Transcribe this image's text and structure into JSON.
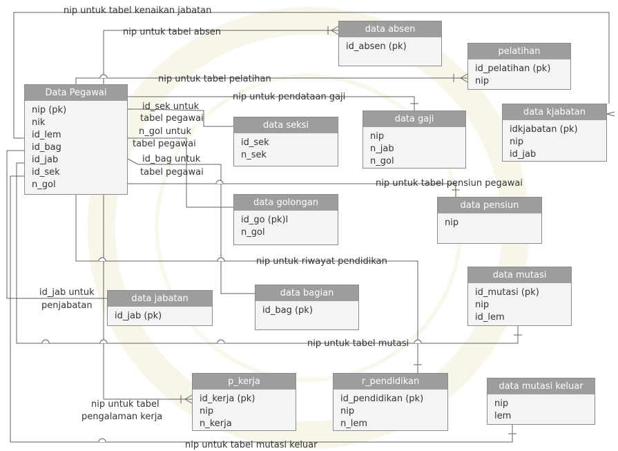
{
  "entities": {
    "pegawai": {
      "title": "Data Pegawai",
      "attrs": [
        "nip (pk)",
        "nik",
        "id_lem",
        "id_bag",
        "id_jab",
        "id_sek",
        "n_gol"
      ]
    },
    "absen": {
      "title": "data absen",
      "attrs": [
        "id_absen (pk)"
      ]
    },
    "pelatihan": {
      "title": "pelatihan",
      "attrs": [
        "id_pelatihan (pk)",
        "nip"
      ]
    },
    "seksi": {
      "title": "data seksi",
      "attrs": [
        "id_sek",
        "n_sek"
      ]
    },
    "gaji": {
      "title": "data gaji",
      "attrs": [
        "nip",
        "n_jab",
        "n_gol"
      ]
    },
    "kjabatan": {
      "title": "data kjabatan",
      "attrs": [
        "idkjabatan (pk)",
        "nip",
        "id_jab"
      ]
    },
    "golongan": {
      "title": "data golongan",
      "attrs": [
        "id_go (pk)l",
        "n_gol"
      ]
    },
    "pensiun": {
      "title": "data pensiun",
      "attrs": [
        "nip"
      ]
    },
    "mutasi": {
      "title": "data mutasi",
      "attrs": [
        "id_mutasi (pk)",
        "nip",
        "id_lem"
      ]
    },
    "jabatan": {
      "title": "data jabatan",
      "attrs": [
        "id_jab (pk)"
      ]
    },
    "bagian": {
      "title": "data bagian",
      "attrs": [
        "id_bag (pk)"
      ]
    },
    "pkerja": {
      "title": "p_kerja",
      "attrs": [
        "id_kerja (pk)",
        "nip",
        "n_kerja"
      ]
    },
    "rpendidikan": {
      "title": "r_pendidikan",
      "attrs": [
        "id_pendidikan (pk)",
        "nip",
        "n_lem"
      ]
    },
    "mutasikeluar": {
      "title": "data mutasi keluar",
      "attrs": [
        "nip",
        "lem"
      ]
    }
  },
  "labels": {
    "kenaikan": "nip untuk tabel kenaikan jabatan",
    "absen": "nip untuk tabel absen",
    "pelatihan": "nip untuk tabel pelatihan",
    "gaji": "nip untuk pendataan gaji",
    "idsek1": "id_sek untuk",
    "idsek2": "tabel pegawai",
    "ngol1": "n_gol untuk",
    "ngol2": "tabel pegawai",
    "idbag1": "id_bag untuk",
    "idbag2": "tabel pegawai",
    "pensiun": "nip untuk tabel pensiun pegawai",
    "riwayat": "nip untuk riwayat pendidikan",
    "idjab1": "id_jab untuk",
    "idjab2": "penjabatan",
    "mutasi": "nip untuk tabel mutasi",
    "pkerja1": "nip untuk tabel",
    "pkerja2": "pengalaman kerja",
    "keluar": "nip untuk tabel mutasi keluar"
  }
}
